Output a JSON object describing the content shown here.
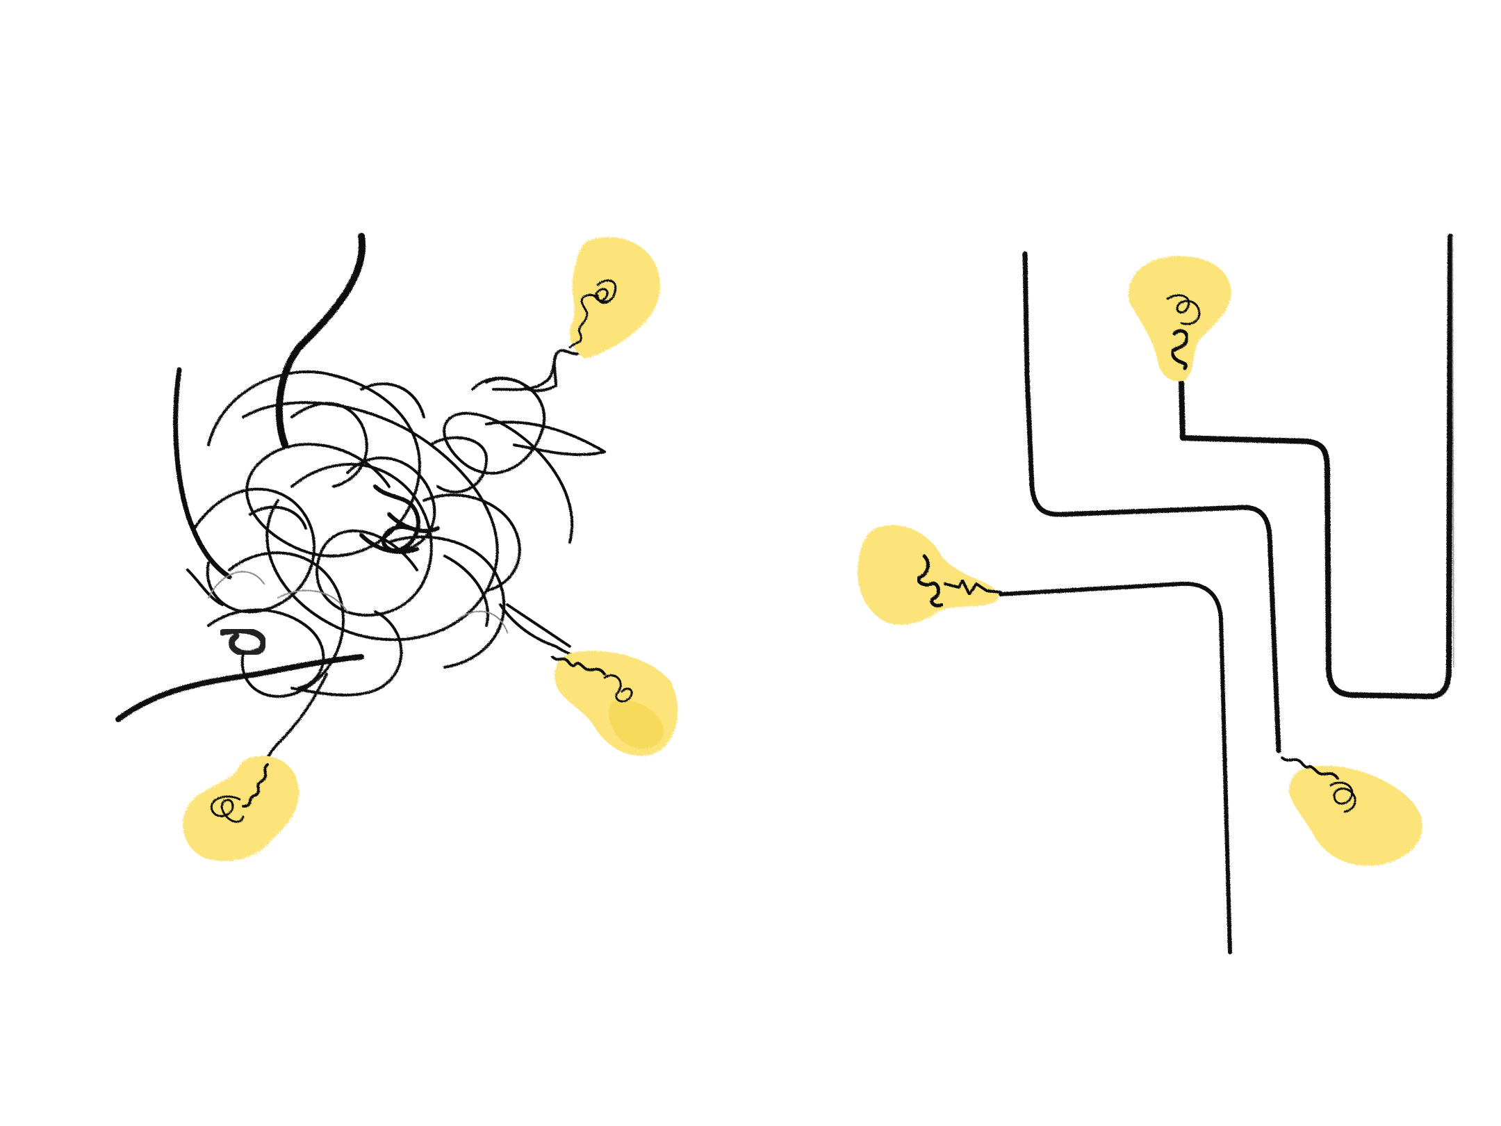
{
  "scene": {
    "description_visible_text": "",
    "background_color": "#ffffff",
    "wire_color": "#111111",
    "bulb_color": "#fde47a",
    "bulb_shadow_color": "#f7d95c"
  },
  "panels": [
    {
      "id": "tangled",
      "bulb_count": 3
    },
    {
      "id": "organized",
      "bulb_count": 3
    }
  ]
}
